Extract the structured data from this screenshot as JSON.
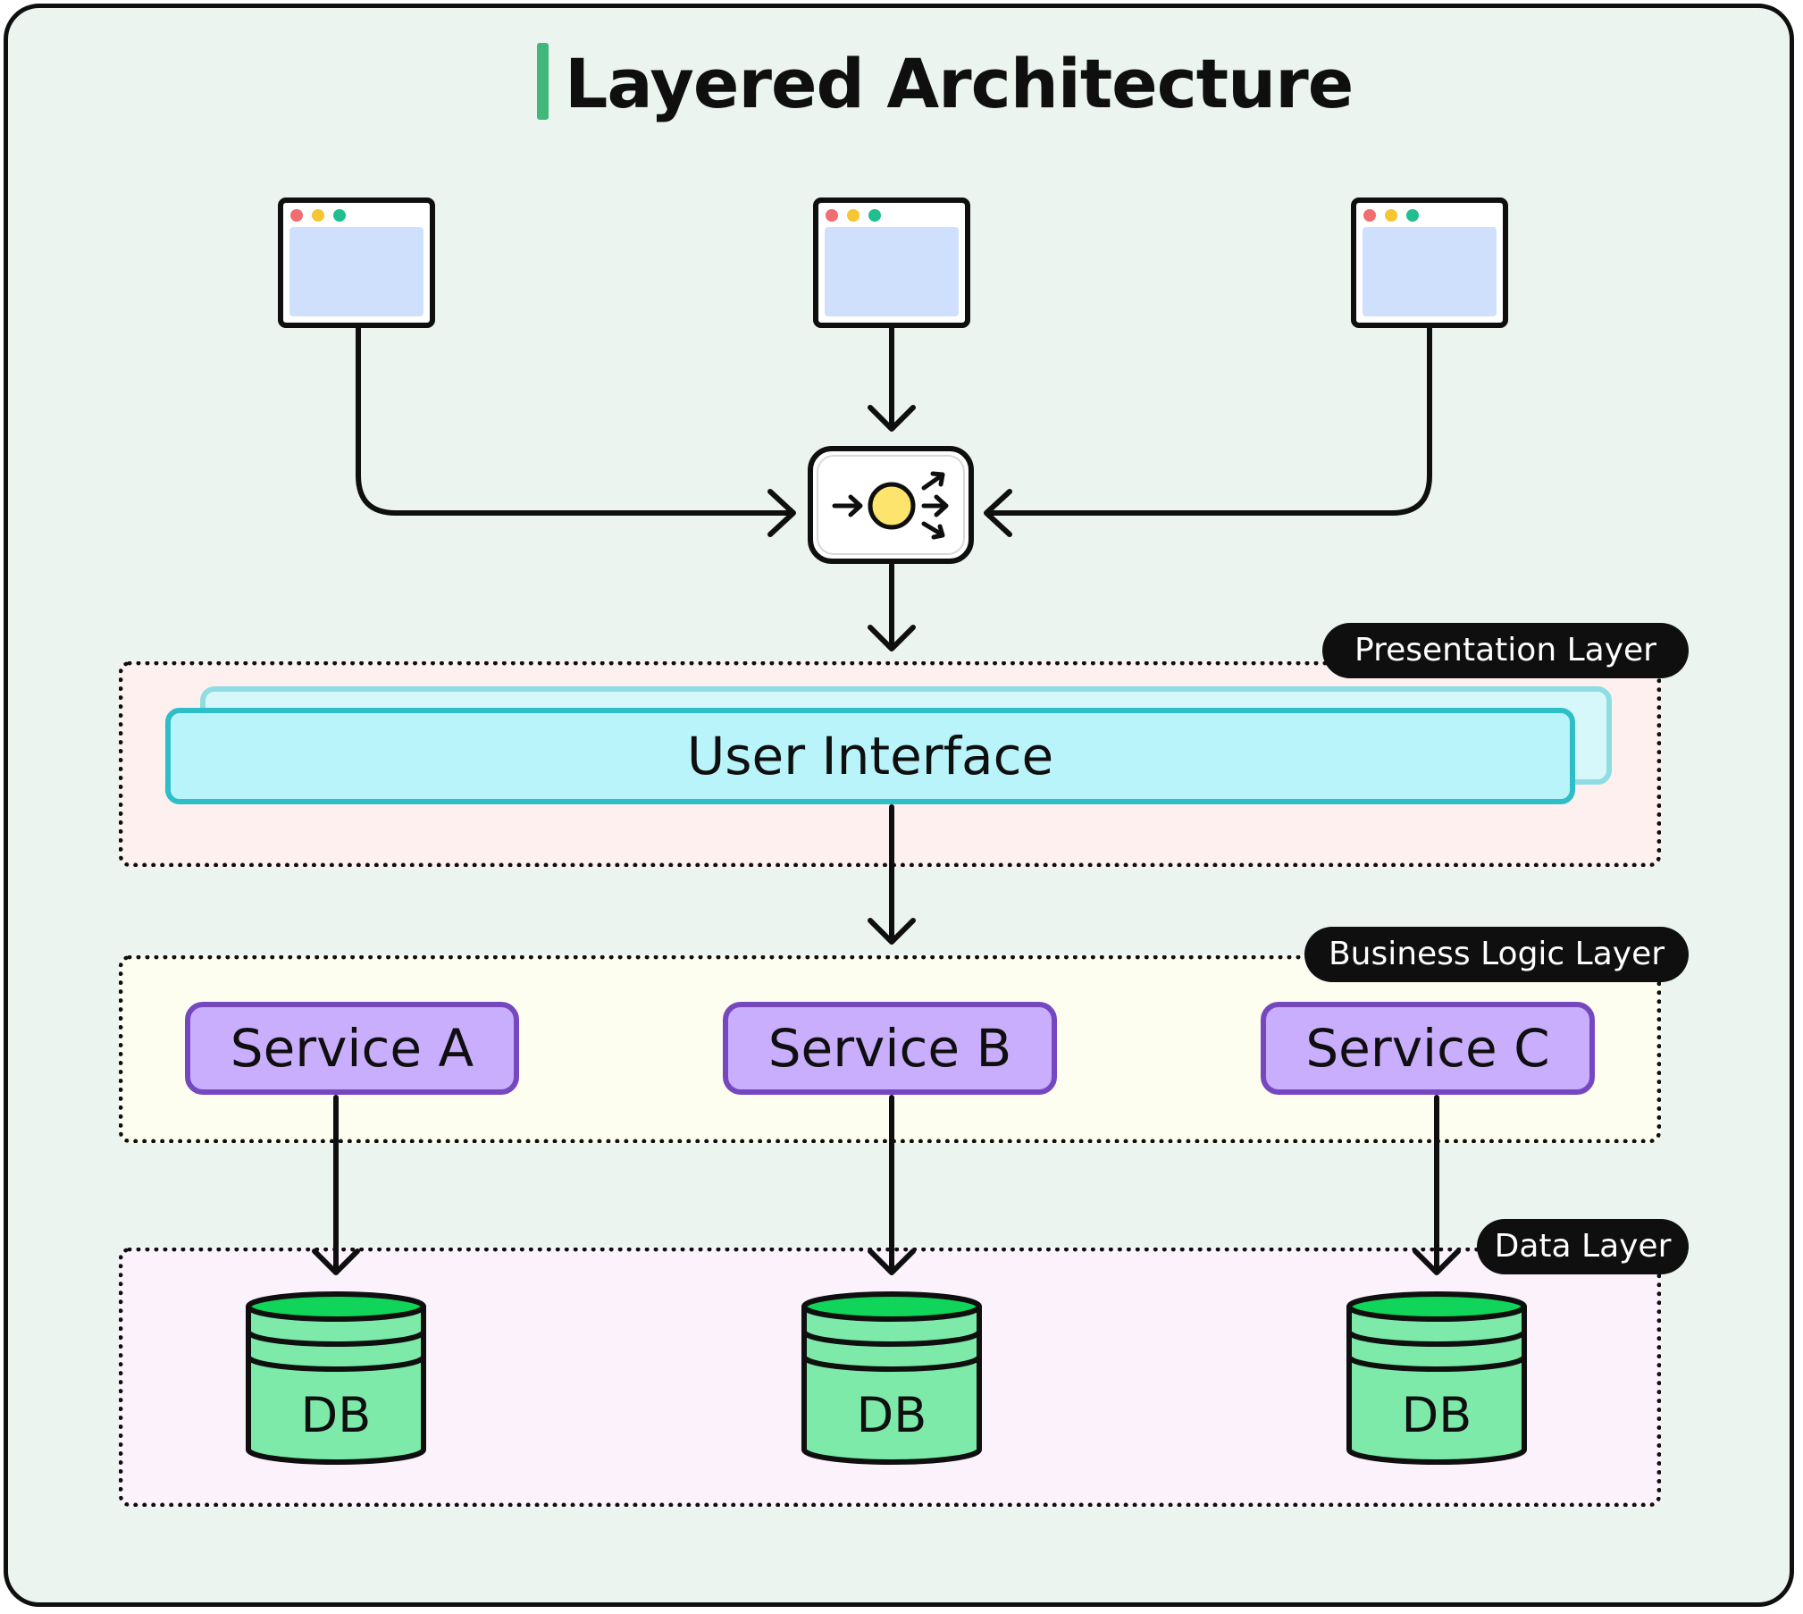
{
  "title": "Layered Architecture",
  "layers": {
    "presentation": "Presentation Layer",
    "business": "Business Logic Layer",
    "data": "Data Layer"
  },
  "user_interface": "User Interface",
  "services": [
    "Service A",
    "Service B",
    "Service C"
  ],
  "databases": [
    "DB",
    "DB",
    "DB"
  ],
  "colors": {
    "background": "#ebf4ef",
    "accent": "#3fb87a",
    "presentation_fill": "#fdf0ef",
    "business_fill": "#fdfdf0",
    "data_fill": "#fbf2fc",
    "ui_fill": "#b8f4f9",
    "ui_border": "#2ebec8",
    "service_fill": "#caaefe",
    "service_border": "#7648c0",
    "db_fill": "#7deaaa",
    "db_top": "#11d45a",
    "browser_screen": "#cfe0fd",
    "dot_red": "#f06d70",
    "dot_yellow": "#f7c531",
    "dot_green": "#1fbf8f",
    "router_dot": "#fde46c"
  },
  "icons": {
    "clients": [
      "browser-window-icon",
      "browser-window-icon",
      "browser-window-icon"
    ],
    "gateway": "load-balancer-icon",
    "database": "database-icon"
  }
}
